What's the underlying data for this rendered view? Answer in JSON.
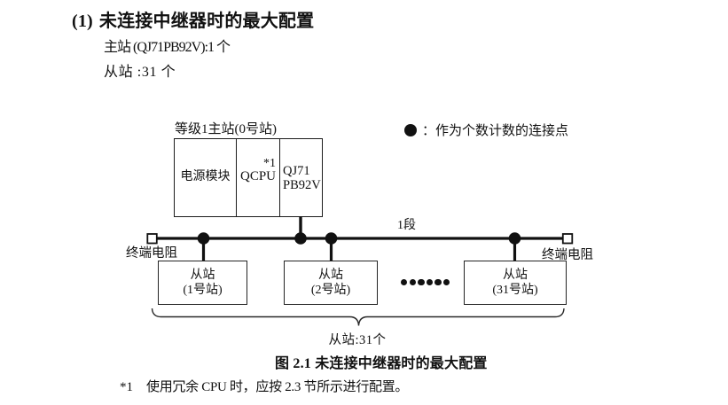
{
  "page": {
    "background": "#ffffff",
    "ink": "#111111"
  },
  "heading": {
    "number": "(1)",
    "title": "未连接中继器时的最大配置"
  },
  "spec_lines": {
    "master": "主站 (QJ71PB92V):1 个",
    "slave": "从站 :31 个"
  },
  "legend": {
    "text": "：作为个数计数的连接点"
  },
  "diagram": {
    "master_station": {
      "label": "等级1主站(0号站)",
      "modules": {
        "power": "电源模块",
        "cpu": "QCPU",
        "cpu_note": "*1",
        "pb_line1": "QJ71",
        "pb_line2": "PB92V"
      }
    },
    "segment_label": "1段",
    "left_terminator": "终端电阻",
    "right_terminator": "终端电阻",
    "slaves": [
      {
        "line1": "从站",
        "line2": "(1号站)"
      },
      {
        "line1": "从站",
        "line2": "(2号站)"
      },
      {
        "line1": "从站",
        "line2": "(31号站)"
      }
    ],
    "ellipsis_count": 6,
    "brace_label": "从站:31个"
  },
  "caption": "图 2.1 未连接中继器时的最大配置",
  "footnote": {
    "marker": "*1",
    "text": "使用冗余 CPU 时，应按 2.3 节所示进行配置。"
  }
}
